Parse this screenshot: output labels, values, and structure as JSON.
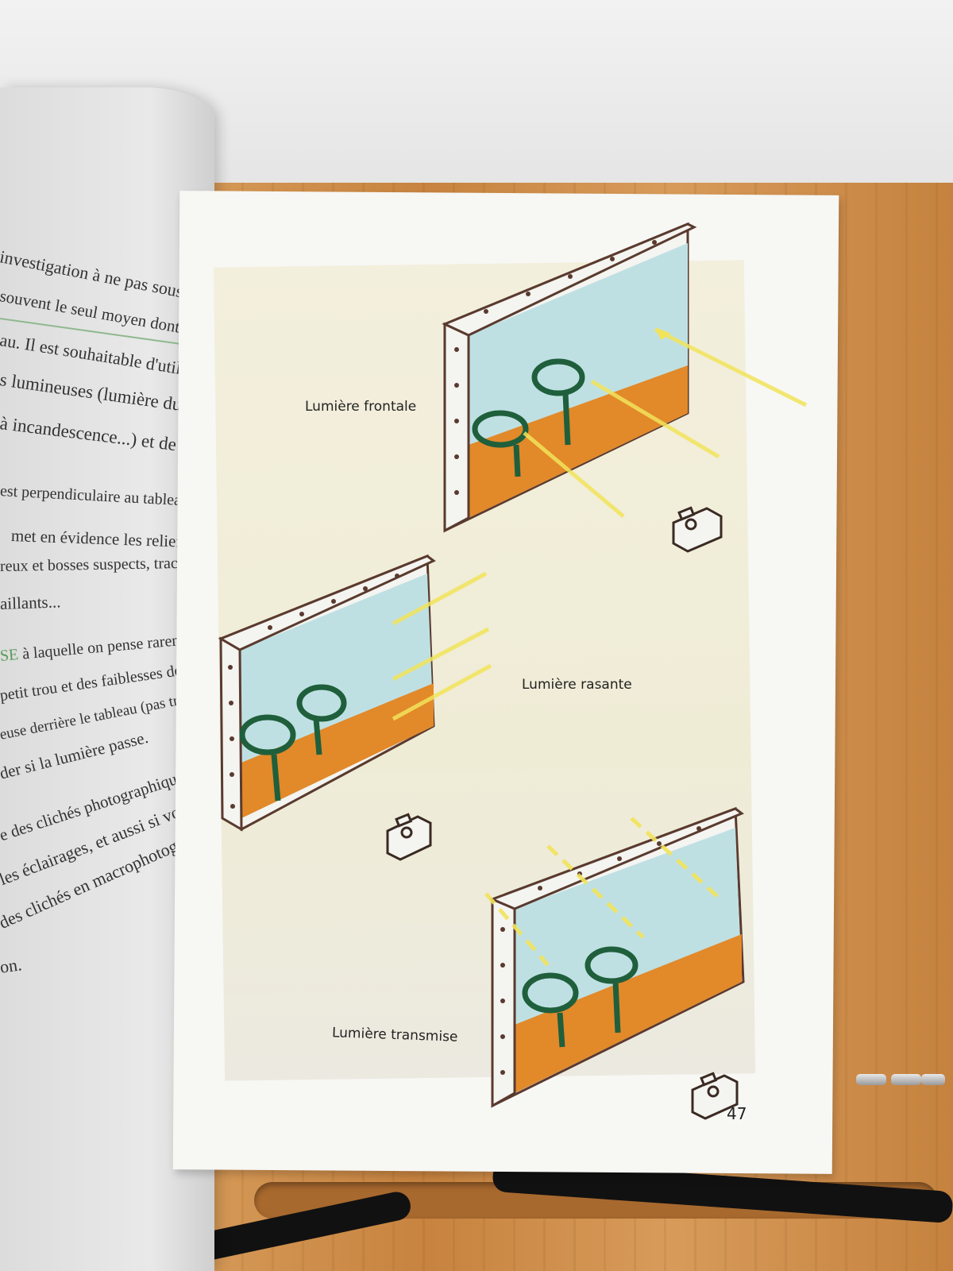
{
  "left_page": {
    "lines": [
      "investigation à ne pas sous-estimer",
      "souvent le seul moyen dont vous dis",
      "au. Il est souhaitable d'utiliser succes",
      "s lumineuses (lumière du jour, to",
      "à incandescence...) et de varier",
      "est perpendiculaire au tableau et fais",
      "met en évidence les reliefs : touch",
      "reux et bosses suspects, traces de dé",
      "aillants...",
      "à laquelle on pense rarement est",
      "petit trou et des faiblesses de la toile",
      "euse derrière le tableau (pas trop proc",
      "der si la lumière passe.",
      "e des clichés photographiques d'ense",
      "les éclairages, et aussi si vous possé",
      "des clichés en macrophotograph",
      "on."
    ],
    "highlight_fragment": "SE"
  },
  "illustration": {
    "captions": {
      "frontal": "Lumière frontale",
      "grazing": "Lumière rasante",
      "transmitted": "Lumière transmise"
    },
    "colors": {
      "sky": "#bfe0e3",
      "ground": "#e2892a",
      "trees": "#1f5f3c",
      "light_beam": "#f2e45a",
      "frame": "#5a3a2e"
    }
  },
  "page_number": "47"
}
